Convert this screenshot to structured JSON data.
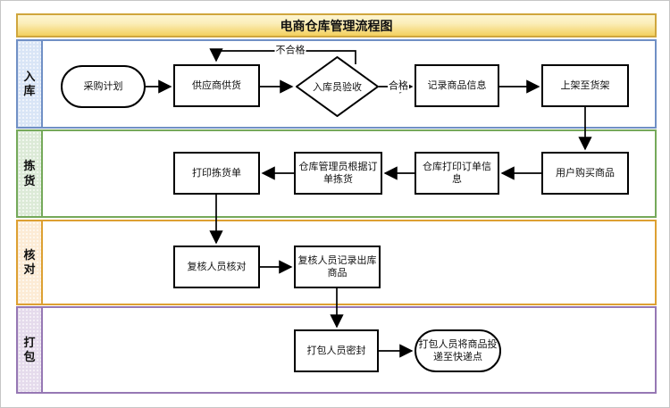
{
  "diagram": {
    "title": "电商仓库管理流程图",
    "title_colors": {
      "border": "#cfa63d",
      "fill_top": "#fdf5d2",
      "fill_bottom": "#f3d05e"
    },
    "lanes": [
      {
        "id": "inbound",
        "label": "入库",
        "border_color": "#7090c5",
        "label_fill": "#d9e5f6"
      },
      {
        "id": "picking",
        "label": "拣货",
        "border_color": "#75a95a",
        "label_fill": "#dcead7"
      },
      {
        "id": "checking",
        "label": "核对",
        "border_color": "#dda032",
        "label_fill": "#fcebd5"
      },
      {
        "id": "packing",
        "label": "打包",
        "border_color": "#9678b4",
        "label_fill": "#e5dbec"
      }
    ],
    "nodes": [
      {
        "id": "purchase-plan",
        "type": "start",
        "lane": "入库",
        "label": "采购计划"
      },
      {
        "id": "supplier-supply",
        "type": "process",
        "lane": "入库",
        "label": "供应商供货"
      },
      {
        "id": "inspector-acceptance",
        "type": "decision",
        "lane": "入库",
        "label": "入库员验收"
      },
      {
        "id": "record-product-info",
        "type": "process",
        "lane": "入库",
        "label": "记录商品信息"
      },
      {
        "id": "put-on-shelf",
        "type": "process",
        "lane": "入库",
        "label": "上架至货架"
      },
      {
        "id": "user-purchase",
        "type": "process",
        "lane": "拣货",
        "label": "用户购买商品"
      },
      {
        "id": "warehouse-print-order",
        "type": "process",
        "lane": "拣货",
        "label": "仓库打印订单信息"
      },
      {
        "id": "pick-by-order",
        "type": "process",
        "lane": "拣货",
        "label": "仓库管理员根据订单拣货"
      },
      {
        "id": "print-picking-list",
        "type": "process",
        "lane": "拣货",
        "label": "打印拣货单"
      },
      {
        "id": "reviewer-check",
        "type": "process",
        "lane": "核对",
        "label": "复核人员核对"
      },
      {
        "id": "record-outbound",
        "type": "process",
        "lane": "核对",
        "label": "复核人员记录出库商品"
      },
      {
        "id": "packer-seal",
        "type": "process",
        "lane": "打包",
        "label": "打包人员密封"
      },
      {
        "id": "deliver-to-courier",
        "type": "end",
        "lane": "打包",
        "label": "打包人员将商品投递至快递点"
      }
    ],
    "edge_labels": {
      "pass": "合格",
      "fail": "不合格"
    },
    "edges": [
      {
        "from": "purchase-plan",
        "to": "supplier-supply"
      },
      {
        "from": "supplier-supply",
        "to": "inspector-acceptance"
      },
      {
        "from": "inspector-acceptance",
        "to": "record-product-info",
        "label": "合格"
      },
      {
        "from": "inspector-acceptance",
        "to": "supplier-supply",
        "label": "不合格"
      },
      {
        "from": "record-product-info",
        "to": "put-on-shelf"
      },
      {
        "from": "put-on-shelf",
        "to": "user-purchase"
      },
      {
        "from": "user-purchase",
        "to": "warehouse-print-order"
      },
      {
        "from": "warehouse-print-order",
        "to": "pick-by-order"
      },
      {
        "from": "pick-by-order",
        "to": "print-picking-list"
      },
      {
        "from": "print-picking-list",
        "to": "reviewer-check"
      },
      {
        "from": "reviewer-check",
        "to": "record-outbound"
      },
      {
        "from": "record-outbound",
        "to": "packer-seal"
      },
      {
        "from": "packer-seal",
        "to": "deliver-to-courier"
      }
    ]
  }
}
